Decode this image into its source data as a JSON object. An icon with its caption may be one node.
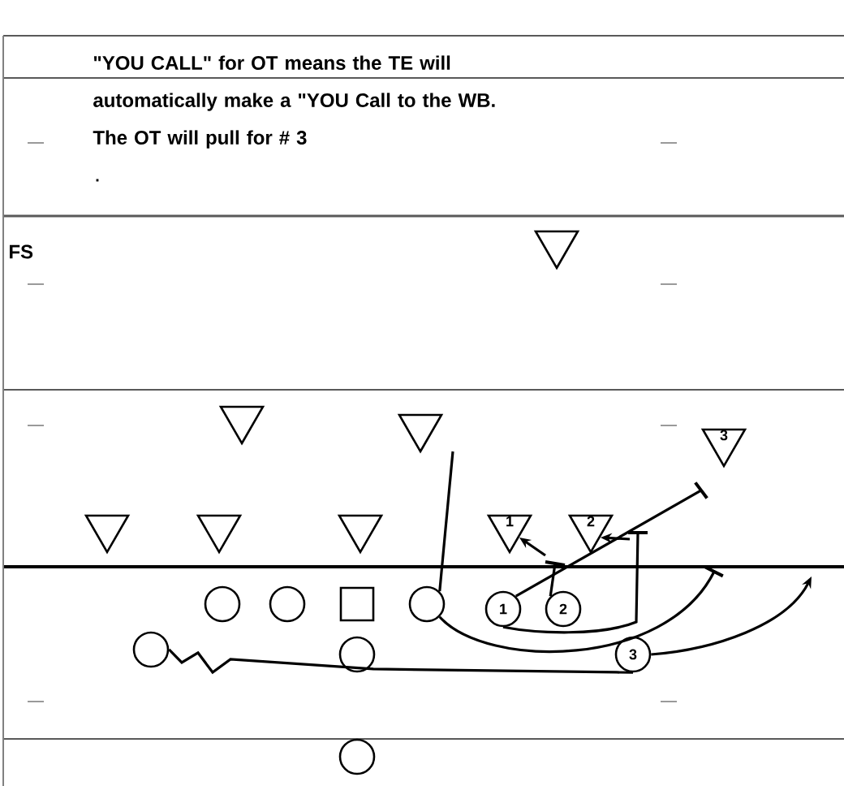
{
  "diagram": {
    "nodes": [
      {
        "text": [],
        "shape": "triangle"
      },
      {
        "text": [],
        "shape": "triangle"
      },
      {
        "text": [],
        "shape": "triangle"
      },
      {
        "text": [
          "3"
        ]
      },
      {
        "text": [],
        "shape": "triangle"
      },
      {
        "text": [],
        "shape": "triangle"
      },
      {
        "text": [],
        "shape": "triangle"
      },
      {
        "text": [
          "1"
        ]
      },
      {
        "text": [
          "2"
        ]
      },
      {
        "text": [],
        "shape": "circle"
      },
      {
        "text": [],
        "shape": "circle"
      },
      {
        "text": [],
        "shape": "box"
      },
      {
        "text": [],
        "shape": "circle"
      },
      {
        "text": [
          "1"
        ]
      },
      {
        "text": [
          "2"
        ]
      },
      {
        "text": [],
        "shape": "circle"
      },
      {
        "text": [],
        "shape": "circle"
      },
      {
        "text": [
          "3"
        ]
      },
      {
        "text": [],
        "shape": "circle"
      }
    ],
    "edges": [
      {
        "from": 12,
        "to": null,
        "arrow": "none"
      },
      {
        "from": 13,
        "to": null,
        "arrow": "none"
      },
      {
        "from": 13,
        "to": null,
        "arrow": "none"
      },
      {
        "from": 14,
        "to": null,
        "arrow": "none"
      },
      {
        "from": null,
        "to": 7,
        "arrow": "to"
      },
      {
        "from": null,
        "to": 8,
        "arrow": "to"
      },
      {
        "from": 15,
        "to": 17,
        "arrow": "none"
      },
      {
        "from": 17,
        "to": null,
        "arrow": "to"
      },
      {
        "from": 12,
        "to": null,
        "arrow": "none"
      }
    ],
    "labels": [
      "\"YOU CALL\" for OT means the TE will automatically make a \"YOU Call to the WB. The OT will pull for # 3",
      ".",
      "FS"
    ]
  }
}
